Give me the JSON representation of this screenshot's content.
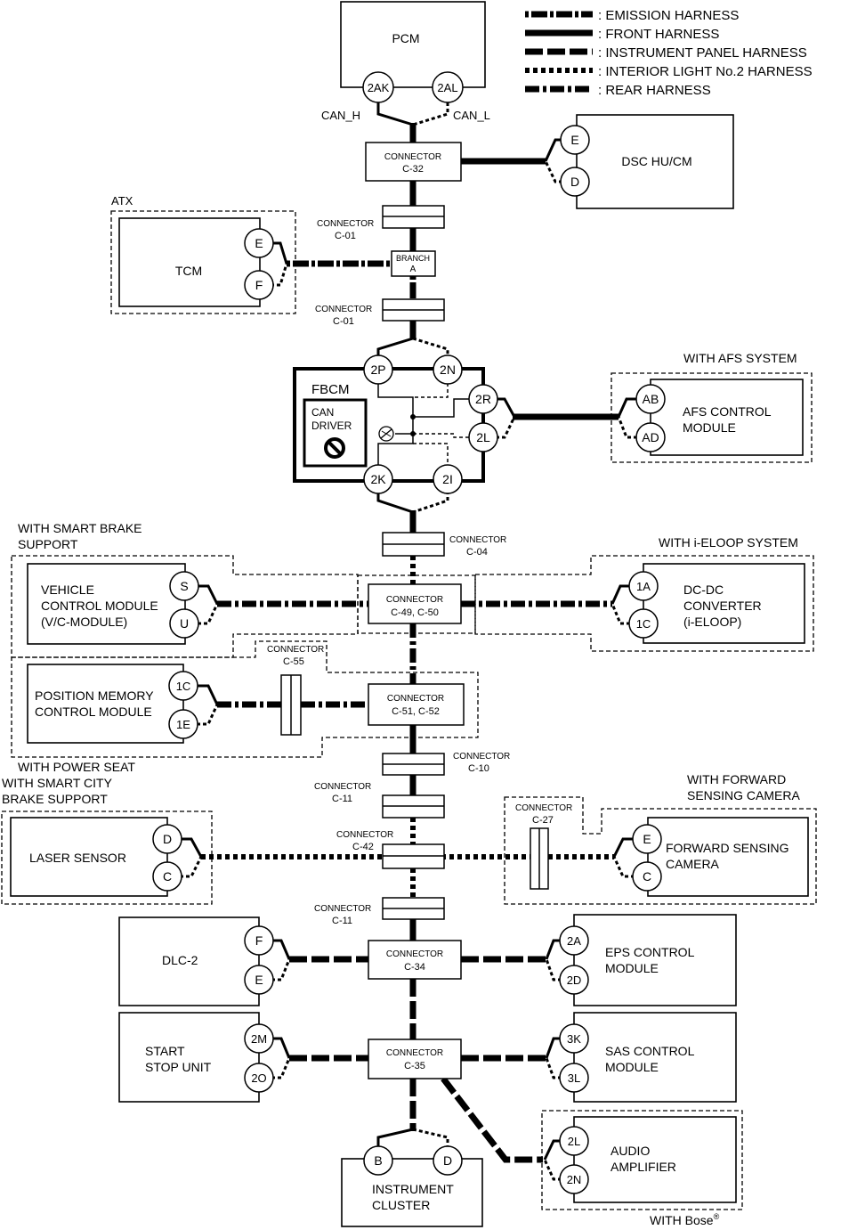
{
  "legend": {
    "emission": ": EMISSION HARNESS",
    "front": ": FRONT HARNESS",
    "instrument_panel": ": INSTRUMENT PANEL HARNESS",
    "interior_light": ": INTERIOR LIGHT No.2 HARNESS",
    "rear": ": REAR HARNESS"
  },
  "modules": {
    "pcm": {
      "name": "PCM",
      "pins": [
        "2AK",
        "2AL"
      ]
    },
    "dsc": {
      "name": "DSC HU/CM",
      "pins": [
        "E",
        "D"
      ]
    },
    "tcm": {
      "name": "TCM",
      "pins": [
        "E",
        "F"
      ],
      "group": "ATX"
    },
    "fbcm": {
      "name": "FBCM",
      "driver": [
        "CAN",
        "DRIVER"
      ],
      "pins": [
        "2P",
        "2N",
        "2R",
        "2L",
        "2K",
        "2I"
      ]
    },
    "afs": {
      "name": [
        "AFS CONTROL",
        "MODULE"
      ],
      "pins": [
        "AB",
        "AD"
      ],
      "group": "WITH AFS SYSTEM"
    },
    "vcm": {
      "name": [
        "VEHICLE",
        "CONTROL MODULE",
        "(V/C-MODULE)"
      ],
      "pins": [
        "S",
        "U"
      ],
      "group": [
        "WITH SMART BRAKE",
        "SUPPORT"
      ]
    },
    "dcdc": {
      "name": [
        "DC-DC",
        "CONVERTER",
        "(i-ELOOP)"
      ],
      "pins": [
        "1A",
        "1C"
      ],
      "group": "WITH i-ELOOP SYSTEM"
    },
    "pmcm": {
      "name": [
        "POSITION MEMORY",
        "CONTROL MODULE"
      ],
      "pins": [
        "1C",
        "1E"
      ],
      "group": "WITH POWER SEAT"
    },
    "laser": {
      "name": "LASER SENSOR",
      "pins": [
        "D",
        "C"
      ],
      "group": [
        "WITH SMART CITY",
        "BRAKE SUPPORT"
      ]
    },
    "fsc": {
      "name": [
        "FORWARD SENSING",
        "CAMERA"
      ],
      "pins": [
        "E",
        "C"
      ],
      "group": [
        "WITH FORWARD",
        "SENSING CAMERA"
      ]
    },
    "dlc": {
      "name": "DLC-2",
      "pins": [
        "F",
        "E"
      ]
    },
    "eps": {
      "name": [
        "EPS CONTROL",
        "MODULE"
      ],
      "pins": [
        "2A",
        "2D"
      ]
    },
    "ssu": {
      "name": [
        "START",
        "STOP UNIT"
      ],
      "pins": [
        "2M",
        "2O"
      ]
    },
    "sas": {
      "name": [
        "SAS CONTROL",
        "MODULE"
      ],
      "pins": [
        "3K",
        "3L"
      ]
    },
    "amp": {
      "name": [
        "AUDIO",
        "AMPLIFIER"
      ],
      "pins": [
        "2L",
        "2N"
      ],
      "group": "WITH Bose",
      "group_mark": "®"
    },
    "cluster": {
      "name": [
        "INSTRUMENT",
        "CLUSTER"
      ],
      "pins": [
        "B",
        "D"
      ]
    }
  },
  "connectors": {
    "c32": [
      "CONNECTOR",
      "C-32"
    ],
    "c01a": [
      "CONNECTOR",
      "C-01"
    ],
    "branch": [
      "BRANCH",
      "A"
    ],
    "c01b": [
      "CONNECTOR",
      "C-01"
    ],
    "c04": [
      "CONNECTOR",
      "C-04"
    ],
    "c49": [
      "CONNECTOR",
      "C-49, C-50"
    ],
    "c55": [
      "CONNECTOR",
      "C-55"
    ],
    "c51": [
      "CONNECTOR",
      "C-51, C-52"
    ],
    "c10": [
      "CONNECTOR",
      "C-10"
    ],
    "c11a": [
      "CONNECTOR",
      "C-11"
    ],
    "c42": [
      "CONNECTOR",
      "C-42"
    ],
    "c27": [
      "CONNECTOR",
      "C-27"
    ],
    "c11b": [
      "CONNECTOR",
      "C-11"
    ],
    "c34": [
      "CONNECTOR",
      "C-34"
    ],
    "c35": [
      "CONNECTOR",
      "C-35"
    ]
  },
  "signals": {
    "can_h": "CAN_H",
    "can_l": "CAN_L"
  }
}
